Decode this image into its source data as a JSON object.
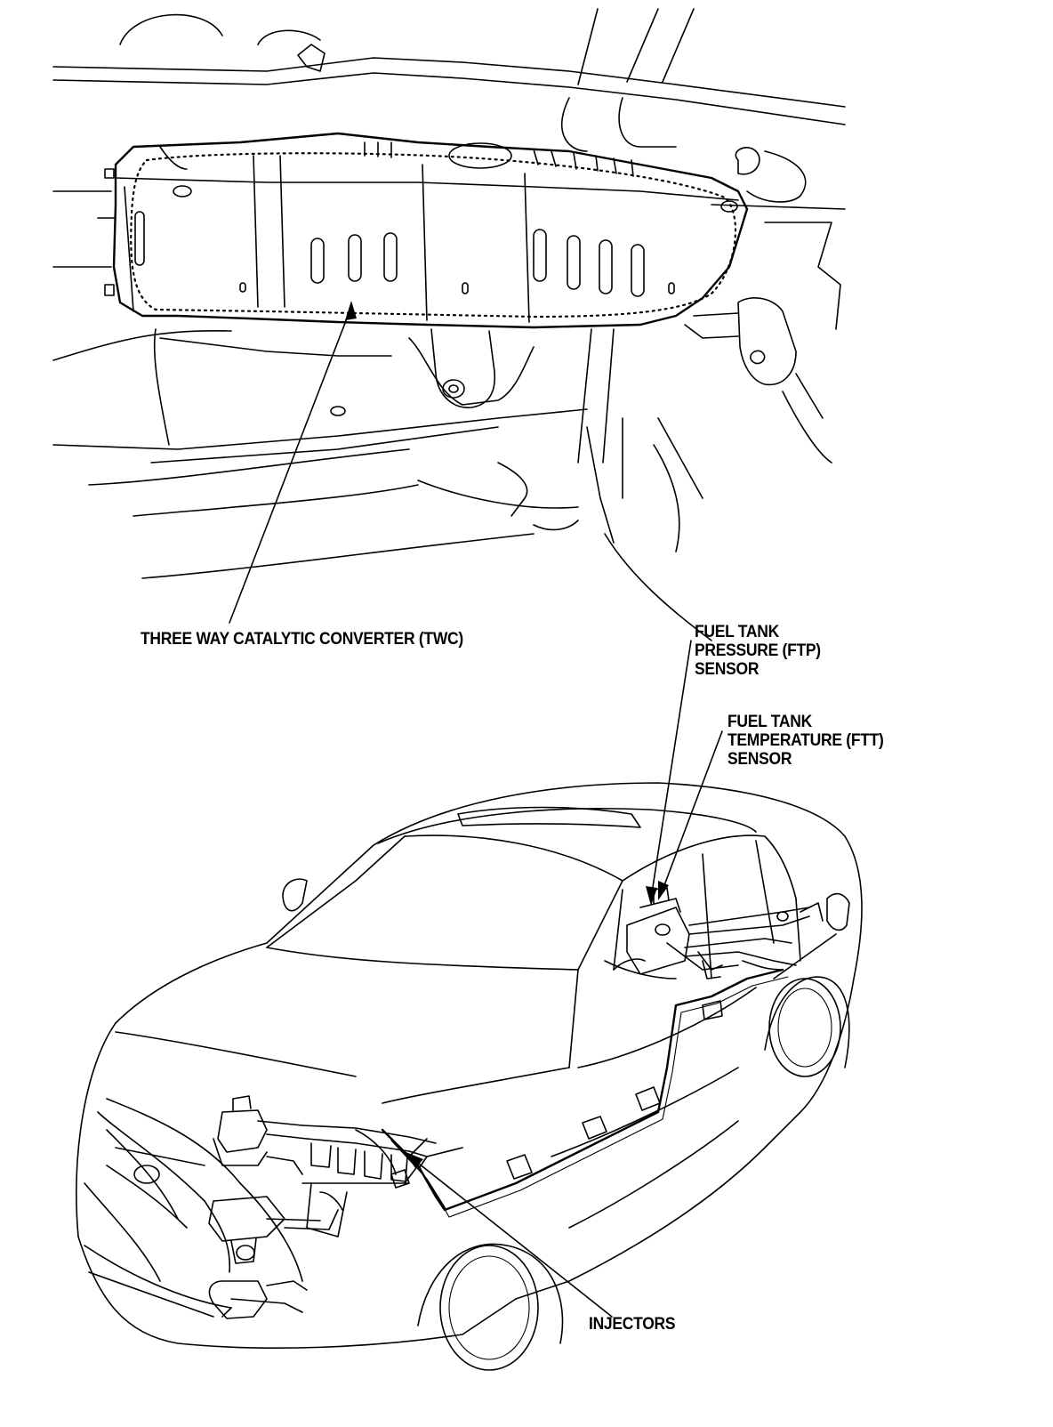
{
  "labels": {
    "twc": "THREE WAY CATALYTIC CONVERTER (TWC)",
    "ftp": [
      "FUEL TANK",
      "PRESSURE (FTP)",
      "SENSOR"
    ],
    "ftt": [
      "FUEL TANK",
      "TEMPERATURE (FTT)",
      "SENSOR"
    ],
    "injectors": "INJECTORS"
  }
}
